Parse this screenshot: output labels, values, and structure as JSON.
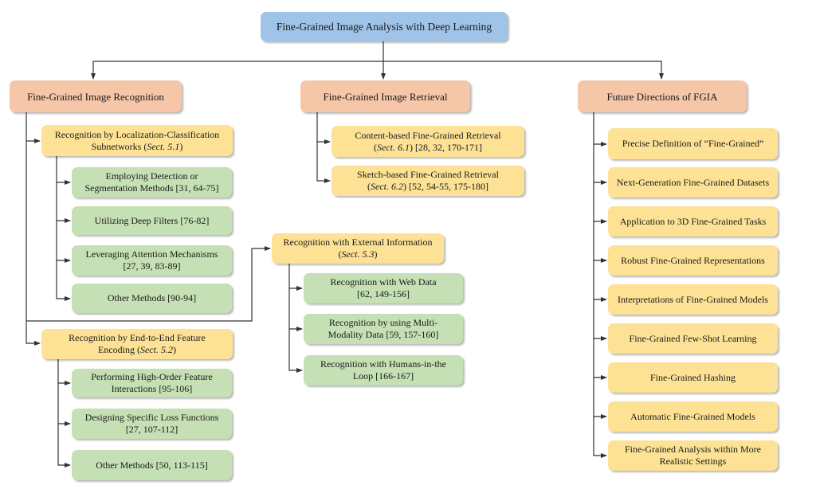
{
  "diagram": {
    "root": {
      "label": "Fine-Grained Image Analysis with Deep Learning"
    },
    "recognition": {
      "label": "Fine-Grained Image Recognition",
      "localization": {
        "label": "Recognition by Localization-Classification\nSubnetworks (",
        "sect": "Sect. 5.1",
        "tail": ")",
        "children": [
          {
            "label": "Employing Detection or\nSegmentation Methods [31, 64-75]"
          },
          {
            "label": "Utilizing Deep Filters [76-82]"
          },
          {
            "label": "Leveraging Attention Mechanisms\n[27, 39, 83-89]"
          },
          {
            "label": "Other Methods [90-94]"
          }
        ]
      },
      "end_to_end": {
        "label": "Recognition by End-to-End Feature\nEncoding (",
        "sect": "Sect. 5.2",
        "tail": ")",
        "children": [
          {
            "label": "Performing High-Order Feature\nInteractions [95-106]"
          },
          {
            "label": "Designing Specific Loss Functions\n[27, 107-112]"
          },
          {
            "label": "Other Methods [50, 113-115]"
          }
        ]
      },
      "external": {
        "label": "Recognition with External Information\n(",
        "sect": "Sect. 5.3",
        "tail": ")",
        "children": [
          {
            "label": "Recognition with Web Data\n[62, 149-156]"
          },
          {
            "label": "Recognition by using Multi-\nModality Data [59, 157-160]"
          },
          {
            "label": "Recognition with Humans-in-the\nLoop [166-167]"
          }
        ]
      }
    },
    "retrieval": {
      "label": "Fine-Grained Image Retrieval",
      "children": [
        {
          "label": "Content-based Fine-Grained Retrieval\n(",
          "sect": "Sect. 6.1",
          "tail": ") [28, 32, 170-171]"
        },
        {
          "label": "Sketch-based Fine-Grained Retrieval\n(",
          "sect": "Sect. 6.2",
          "tail": ") [52, 54-55, 175-180]"
        }
      ]
    },
    "future": {
      "label": "Future Directions of FGIA",
      "children": [
        {
          "label": "Precise Definition of “Fine-Grained”"
        },
        {
          "label": "Next-Generation Fine-Grained Datasets"
        },
        {
          "label": "Application to 3D Fine-Grained Tasks"
        },
        {
          "label": "Robust Fine-Grained Representations"
        },
        {
          "label": "Interpretations of Fine-Grained Models"
        },
        {
          "label": "Fine-Grained Few-Shot Learning"
        },
        {
          "label": "Fine-Grained Hashing"
        },
        {
          "label": "Automatic Fine-Grained Models"
        },
        {
          "label": "Fine-Grained Analysis within More\nRealistic Settings"
        }
      ]
    },
    "colors": {
      "root": "#9fc4e7",
      "level1": "#f5c6a8",
      "level2": "#fde295",
      "level3": "#c5e0b4",
      "connector": "#333333"
    }
  }
}
